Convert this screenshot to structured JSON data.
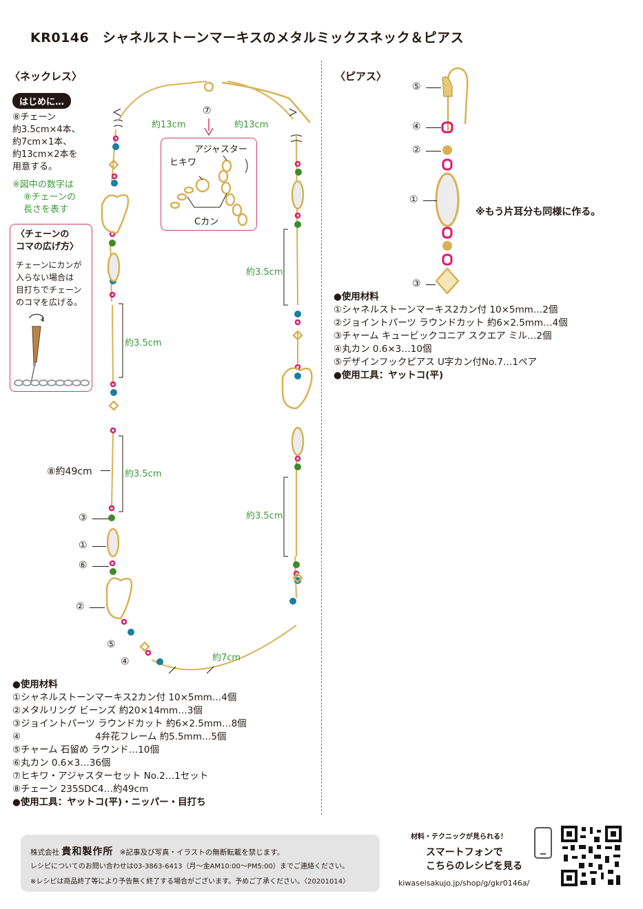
{
  "title": "KR0146　シャネルストーンマーキスのメタルミックスネック＆ピアス",
  "necklace": {
    "heading": "〈ネックレス〉",
    "intro_badge": "はじめに…",
    "intro_lines": [
      "⑧チェーン",
      "約3.5cm×4本、",
      "約7cm×1本、",
      "約13cm×2本を",
      "用意する。"
    ],
    "note_lines": [
      "※図中の数字は",
      "⑧チェーンの",
      "長さを表す"
    ],
    "tip_title_lines": [
      "〈チェーンの",
      "コマの広げ方〉"
    ],
    "tip_lines": [
      "チェーンにカンが",
      "入らない場合は",
      "目打ちでチェーン",
      "のコマを広げる。"
    ],
    "clasp_labels": {
      "adjuster": "アジャスター",
      "hikiwa": "ヒキワ",
      "ckan": "Cカン",
      "num": "⑦"
    },
    "measurements": {
      "top_left": "約13cm",
      "top_right": "約13cm",
      "left1": "約3.5cm",
      "left2": "約3.5cm",
      "right1": "約3.5cm",
      "right2": "約3.5cm",
      "bottom": "約7cm"
    },
    "callouts": {
      "chain": "⑧約49cm",
      "c3": "③",
      "c1": "①",
      "c6": "⑥",
      "c2": "②",
      "c5": "⑤",
      "c4": "④"
    },
    "materials_heading": "●使用材料",
    "materials": [
      "①シャネルストーンマーキス2カン付 10×5mm…4個",
      "②メタルリング ビーンズ 約20×14mm…3個",
      "③ジョイントパーツ ラウンドカット 約6×2.5mm…8個",
      "④　　　　　　　　4弁花フレーム 約5.5mm…5個",
      "⑤チャーム 石留め ラウンド…10個",
      "⑥丸カン 0.6×3…36個",
      "⑦ヒキワ・アジャスターセット No.2…1セット",
      "⑧チェーン 235SDC4…約49cm"
    ],
    "tools": "●使用工具：ヤットコ(平)・ニッパー・目打ち"
  },
  "pierce": {
    "heading": "〈ピアス〉",
    "callouts": [
      "⑤",
      "④",
      "②",
      "①",
      "③"
    ],
    "note": "※もう片耳分も同様に作る。",
    "materials_heading": "●使用材料",
    "materials": [
      "①シャネルストーンマーキス2カン付 10×5mm…2個",
      "②ジョイントパーツ ラウンドカット 約6×2.5mm…4個",
      "③チャーム キュービックコニア スクエア ミル…2個",
      "④丸カン 0.6×3…10個",
      "⑤デザインフックピアス U字カン付No.7…1ペア"
    ],
    "tools": "●使用工具：ヤットコ(平)"
  },
  "footer": {
    "company_prefix": "株式会社",
    "company": "貴和製作所",
    "notice": "※記事及び写真・イラストの無断転載を禁じます。",
    "contact": "レシピについてのお問い合わせは03-3863-6413（月〜金AM10:00〜PM5:00）までご連絡ください。",
    "end_notice": "※レシピは商品終了等により予告無く終了する場合がございます。予めご了承ください。〈20201014〉"
  },
  "smartphone": {
    "bubble": "材料・テクニックが見られる！",
    "line1": "スマートフォンで",
    "line2": "こちらのレシピを見る",
    "url": "kiwaseisakujo.jp/shop/g/gkr0146a/"
  },
  "colors": {
    "gold": "#d8b154",
    "pink": "#e0186c",
    "teal": "#1a7fa0",
    "green": "#3f8a2a",
    "label_green": "#3a9a3a",
    "accent_red": "#d04060"
  }
}
